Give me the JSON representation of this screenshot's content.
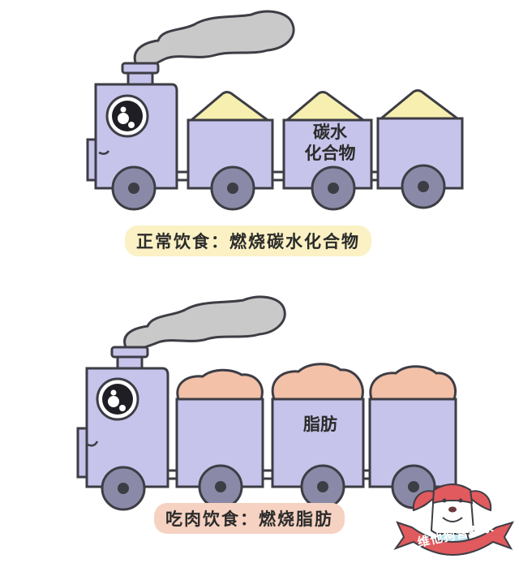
{
  "panels": [
    {
      "id": "normal-diet",
      "caption": "正常饮食：燃烧碳水化合物",
      "car_label": "碳水\n化合物",
      "car_label_lines": [
        "碳水",
        "化合物"
      ],
      "cargo": "carbohydrate-pile",
      "cargo_color": "#f6efaf",
      "caption_bg": "#fbf1c4"
    },
    {
      "id": "meat-diet",
      "caption": "吃肉饮食：燃烧脂肪",
      "car_label": "脂肪",
      "cargo": "fat-pile",
      "cargo_color": "#f3c1a8",
      "caption_bg": "#f6d2c2"
    }
  ],
  "logo": {
    "text": "维他狗营养家",
    "ribbon_color": "#e05a5e",
    "mascot": "dog-mascot"
  },
  "colors": {
    "train_body": "#c6c4ea",
    "train_shade": "#a9a6d8",
    "outline": "#3d3d45",
    "wheel": "#8a8aa8",
    "smoke": "#c9c9c9"
  }
}
